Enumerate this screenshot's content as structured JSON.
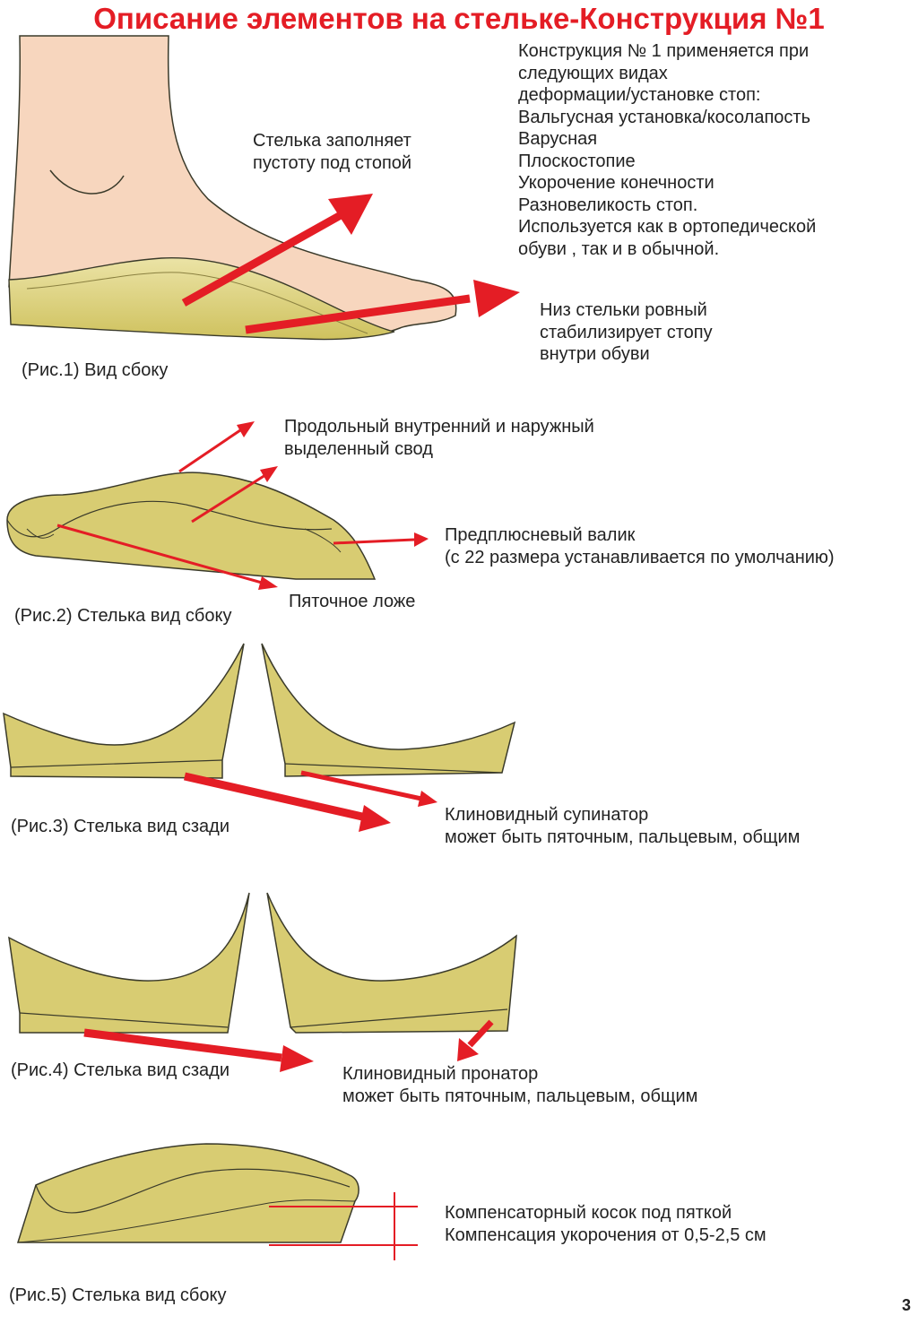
{
  "title": "Описание элементов на стельке-Конструкция №1",
  "intro_lines": [
    "Конструкция № 1 применяется при",
    "следующих видах",
    "деформации/установке стоп:",
    "Вальгусная установка/косолапость",
    "Варусная",
    "Плоскостопие",
    "Укорочение конечности",
    "Разновеликость стоп.",
    "Используется как в ортопедической",
    "обуви , так и в обычной."
  ],
  "fig1": {
    "caption": "(Рис.1) Вид сбоку",
    "callout_fill": [
      "Стелька заполняет",
      "пустоту под стопой"
    ],
    "callout_flat": [
      "Низ стельки ровный",
      "стабилизирует стопу",
      "внутри обуви"
    ]
  },
  "fig2": {
    "caption": "(Рис.2) Стелька вид сбоку",
    "callout_arch": [
      "Продольный внутренний и наружный",
      "выделенный свод"
    ],
    "callout_pad": [
      "Предплюсневый валик",
      "(с 22 размера устанавливается по умолчанию)"
    ],
    "callout_heel": "Пяточное ложе"
  },
  "fig3": {
    "caption": "(Рис.3) Стелька вид сзади",
    "callout": [
      "Клиновидный супинатор",
      "может быть пяточным, пальцевым, общим"
    ]
  },
  "fig4": {
    "caption": "(Рис.4) Стелька вид сзади",
    "callout": [
      "Клиновидный пронатор",
      "может быть пяточным, пальцевым, общим"
    ]
  },
  "fig5": {
    "caption": "(Рис.5) Стелька вид сбоку",
    "callout": [
      "Компенсаторный косок под пяткой",
      "Компенсация укорочения от 0,5-2,5 см"
    ]
  },
  "page_number": "3",
  "colors": {
    "title": "#e41d25",
    "arrow": "#e41d25",
    "skin": "#f7d6be",
    "insole": "#d8cc72",
    "insole_light": "#e8e0a4",
    "outline": "#3a3a2a"
  }
}
